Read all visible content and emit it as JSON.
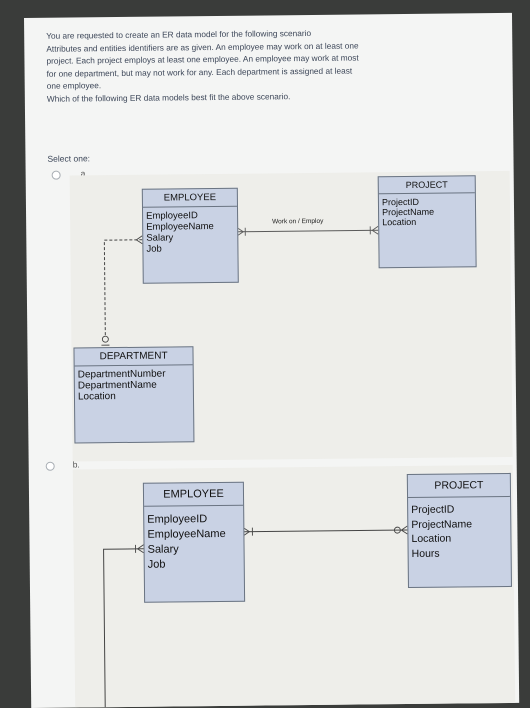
{
  "question": {
    "line1": "You are requested to create an ER data model for the following scenario",
    "line2": "Attributes and entities identifiers are as given. An employee may work on at least one",
    "line3": "project. Each project employs at least one employee. An employee may work at most",
    "line4": "for one department, but may not work for any. Each department is assigned at least",
    "line5": "one employee.",
    "line6": "Which of the following ER data models best fit the above scenario."
  },
  "select_label": "Select one:",
  "options": [
    {
      "letter": "a.",
      "employee": {
        "title": "EMPLOYEE",
        "attributes": [
          "EmployeeID",
          "EmployeeName",
          "Salary",
          "Job"
        ]
      },
      "project": {
        "title": "PROJECT",
        "attributes": [
          "ProjectID",
          "ProjectName",
          "Location"
        ]
      },
      "department": {
        "title": "DEPARTMENT",
        "attributes": [
          "DepartmentNumber",
          "DepartmentName",
          "Location"
        ]
      },
      "relationship_label": "Work on / Employ"
    },
    {
      "letter": "b.",
      "employee": {
        "title": "EMPLOYEE",
        "attributes": [
          "EmployeeID",
          "EmployeeName",
          "Salary",
          "Job"
        ]
      },
      "project": {
        "title": "PROJECT",
        "attributes": [
          "ProjectID",
          "ProjectName",
          "Location",
          "Hours"
        ]
      }
    }
  ],
  "colors": {
    "entity_fill": "#c9d2e4",
    "entity_border": "#6a7482",
    "panel": "#eeeeea",
    "page": "#f4f5f4",
    "text": "#3c4658"
  }
}
